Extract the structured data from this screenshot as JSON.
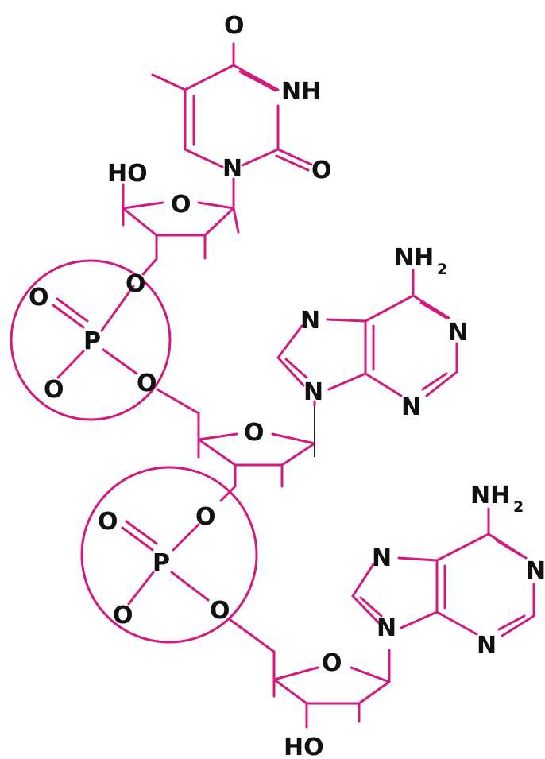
{
  "colors": {
    "bond": "#d4197c",
    "atom_text": "#111111",
    "background": "#ffffff"
  },
  "atoms": {
    "thymine": {
      "o_top": "O",
      "nh": "NH",
      "o_right": "O",
      "n1": "N"
    },
    "sugar1": {
      "ho": "HO",
      "o": "O"
    },
    "phosphate1": {
      "o_upper": "O",
      "o_left": "O",
      "p": "P",
      "o_lower_left": "O",
      "o_lower_right": "O"
    },
    "adenine1": {
      "nh": "NH",
      "sub2": "2",
      "n7": "N",
      "n1": "N",
      "n9": "N",
      "n3": "N"
    },
    "sugar2": {
      "o": "O"
    },
    "phosphate2": {
      "o_upper": "O",
      "o_left": "O",
      "p": "P",
      "o_lower_left": "O",
      "o_lower_right": "O"
    },
    "adenine2": {
      "nh": "NH",
      "sub2": "2",
      "n7": "N",
      "n1": "N",
      "n9": "N",
      "n3": "N"
    },
    "sugar3": {
      "o": "O",
      "ho": "HO"
    }
  }
}
